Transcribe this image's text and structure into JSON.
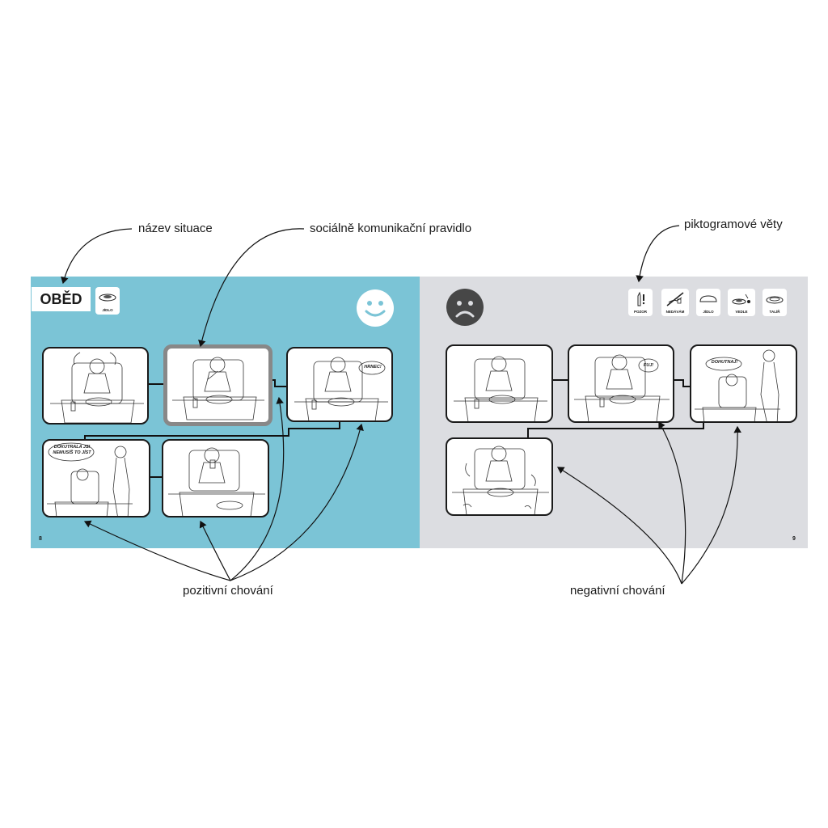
{
  "annotations": {
    "situation_name": "název situace",
    "social_rule": "sociálně komunikační pravidlo",
    "pictogram_sentences": "piktogramové věty",
    "positive_behavior": "pozitivní chování",
    "negative_behavior": "negativní chování"
  },
  "left_page": {
    "title": "OBĚD",
    "title_pictogram_label": "JÍDLO",
    "mood_icon": "happy-face-icon",
    "page_number": "8",
    "speech_bubbles": {
      "panel_3": "HRNEC!",
      "panel_4": "DOKUTRALA JSI NEMUSÍŠ TO JÍST"
    },
    "background_color": "#7bc4d6"
  },
  "right_page": {
    "mood_icon": "sad-face-icon",
    "page_number": "9",
    "pictograms": [
      {
        "label": "POZOR",
        "icon": "attention-hand-icon"
      },
      {
        "label": "NEDÁVÁM",
        "icon": "not-giving-icon"
      },
      {
        "label": "JÍDLO",
        "icon": "bread-icon"
      },
      {
        "label": "VEDLE",
        "icon": "beside-icon"
      },
      {
        "label": "TALÍŘ",
        "icon": "plate-icon"
      }
    ],
    "speech_bubbles": {
      "panel_2": "FUJ!",
      "panel_3": "DOHUTNAJ!"
    },
    "background_color": "#dcdde1"
  }
}
